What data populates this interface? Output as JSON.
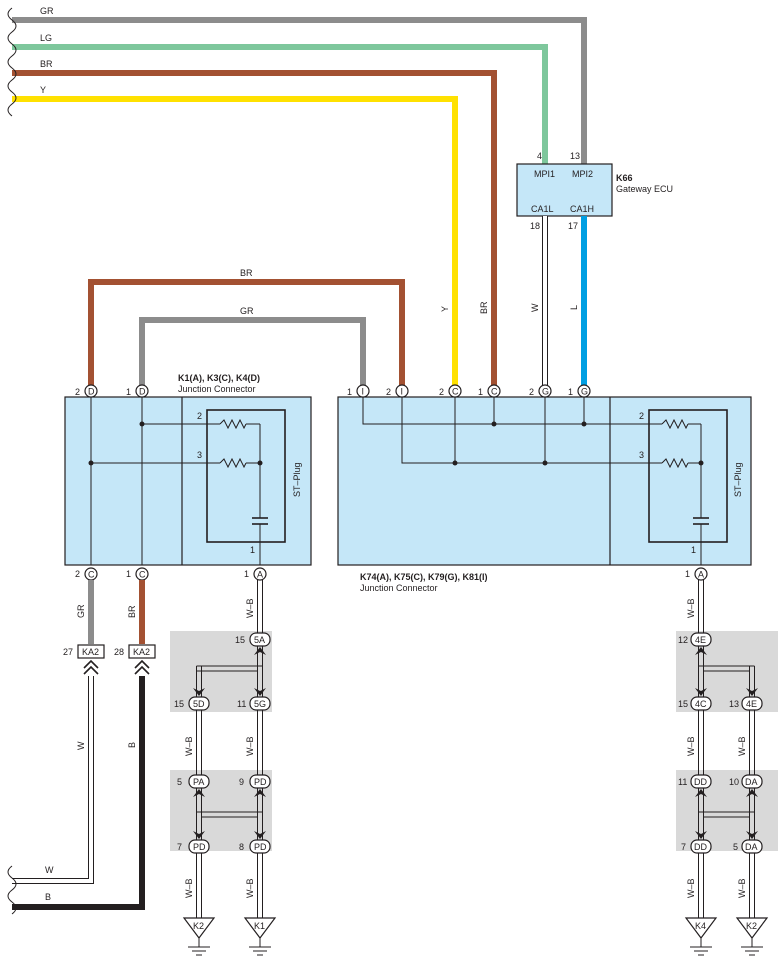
{
  "colors": {
    "GR": "#8c8c8c",
    "LG": "#7ec79c",
    "BR": "#a35132",
    "Y": "#ffe100",
    "L": "#009fe3",
    "B": "#231f20",
    "connector_fill": "#c5e7f8",
    "splice_fill": "#d9d9d9"
  },
  "wires_top": [
    "GR",
    "LG",
    "BR",
    "Y"
  ],
  "wires_bottom": [
    "W",
    "B"
  ],
  "ecu": {
    "id": "K66",
    "name": "Gateway ECU",
    "top_pins": [
      {
        "num": "4",
        "name": "MPI1"
      },
      {
        "num": "13",
        "name": "MPI2"
      }
    ],
    "bottom_pins": [
      {
        "num": "18",
        "name": "CA1L"
      },
      {
        "num": "17",
        "name": "CA1H"
      }
    ],
    "wire_w": "W",
    "wire_l": "L"
  },
  "jc_left": {
    "title": "K1(A), K3(C), K4(D)",
    "subtitle": "Junction Connector",
    "plug": "ST–Plug",
    "top_pins": [
      {
        "num": "2",
        "letter": "D"
      },
      {
        "num": "1",
        "letter": "D"
      }
    ],
    "bottom_pins": [
      {
        "num": "2",
        "letter": "C"
      },
      {
        "num": "1",
        "letter": "C"
      },
      {
        "num": "1",
        "letter": "A"
      }
    ],
    "res_nums": [
      "2",
      "3"
    ],
    "cap_num": "1"
  },
  "jc_right": {
    "title": "K74(A), K75(C), K79(G), K81(I)",
    "subtitle": "Junction Connector",
    "plug": "ST–Plug",
    "top_pins": [
      {
        "num": "1",
        "letter": "I"
      },
      {
        "num": "2",
        "letter": "I"
      },
      {
        "num": "2",
        "letter": "C"
      },
      {
        "num": "1",
        "letter": "C"
      },
      {
        "num": "2",
        "letter": "G"
      },
      {
        "num": "1",
        "letter": "G"
      }
    ],
    "bottom_pins": [
      {
        "num": "1",
        "letter": "A"
      }
    ],
    "res_nums": [
      "2",
      "3"
    ],
    "cap_num": "1"
  },
  "wire_labels": {
    "br_top": "BR",
    "gr_top": "GR",
    "y_vert": "Y",
    "br_vert": "BR",
    "w_vert": "W",
    "l_vert": "L",
    "gr_down": "GR",
    "br_down": "BR",
    "w_down": "W",
    "b_down": "B",
    "wb": "W–B"
  },
  "ka2": [
    {
      "num": "27",
      "label": "KA2"
    },
    {
      "num": "28",
      "label": "KA2"
    }
  ],
  "splices_left": [
    {
      "num": "15",
      "label": "5A"
    },
    {
      "num": "15",
      "label": "5D"
    },
    {
      "num": "11",
      "label": "5G"
    },
    {
      "num": "5",
      "label": "PA"
    },
    {
      "num": "9",
      "label": "PD"
    },
    {
      "num": "7",
      "label": "PD"
    },
    {
      "num": "8",
      "label": "PD"
    }
  ],
  "splices_right": [
    {
      "num": "12",
      "label": "4E"
    },
    {
      "num": "15",
      "label": "4C"
    },
    {
      "num": "13",
      "label": "4E"
    },
    {
      "num": "11",
      "label": "DD"
    },
    {
      "num": "10",
      "label": "DA"
    },
    {
      "num": "7",
      "label": "DD"
    },
    {
      "num": "5",
      "label": "DA"
    }
  ],
  "grounds": [
    "K2",
    "K1",
    "K4",
    "K2"
  ]
}
